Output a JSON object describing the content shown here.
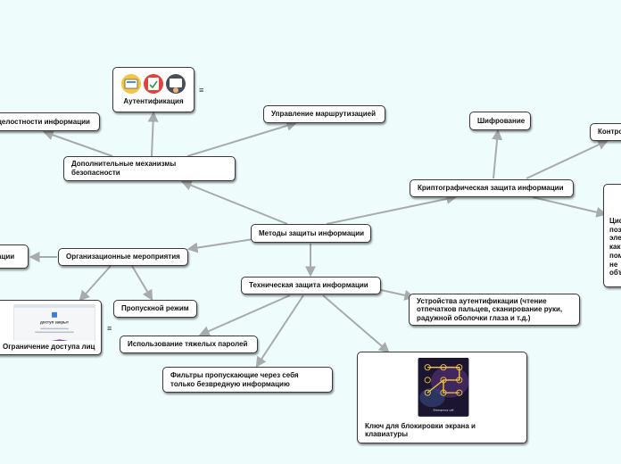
{
  "root": "Методы защиты информации",
  "nodes": {
    "dop": "Дополнительные механизмы безопасности",
    "auth": "Аутентификация",
    "celost": "целостности информации",
    "marsh": "Управление маршрутизацией",
    "org": "Организационные мероприятия",
    "org_left": "ации",
    "dostup": "Ограничение доступа лиц",
    "propusk": "Пропускной режим",
    "tech": "Техническая защита информации",
    "paroli": "Использование тяжелых паролей",
    "filtry": "Фильтры пропускающие через себя только безвредную информацию",
    "ustr": "Устройства аутентификации (чтение отпечатков пальцев, сканирование руки, радужной оболочки глаза и т.д.)",
    "kluch": "Ключ для блокировки экрана и клавиатуры",
    "kripto": "Криптографическая защита информации",
    "shifr": "Шифрование",
    "kontr": "Контро",
    "cifr": "Циф\nпоз\nэле\nкак\nпом\nне \nобъ"
  },
  "note_icon": "≡",
  "screenshot_heading": "доступ закрыт",
  "phone_label": "Emergency call",
  "colors": {
    "background": "#effcfc",
    "edge": "#a8abab",
    "node_border": "#3a3a3a",
    "accent_purple": "#7b3fb0"
  }
}
